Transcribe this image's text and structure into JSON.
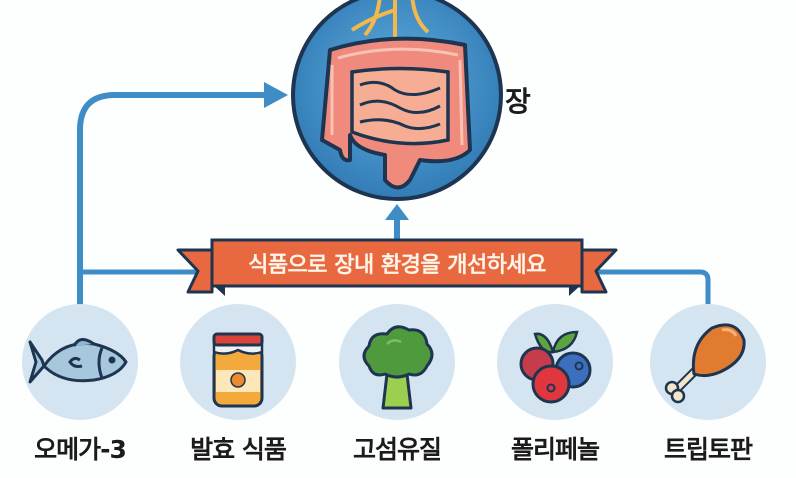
{
  "organ": {
    "label": "장",
    "icon": "intestine-icon"
  },
  "banner": {
    "text": "식품으로 장내 환경을 개선하세요"
  },
  "foods": [
    {
      "label": "오메가-3",
      "icon": "fish-icon"
    },
    {
      "label": "발효 식품",
      "icon": "fermented-jar-icon"
    },
    {
      "label": "고섬유질",
      "icon": "broccoli-icon"
    },
    {
      "label": "폴리페놀",
      "icon": "berries-icon"
    },
    {
      "label": "트립토판",
      "icon": "chicken-drumstick-icon"
    }
  ],
  "colors": {
    "arrow": "#3f8dc6",
    "banner": "#e8683f",
    "banner_border": "#1e3552",
    "node_bg": "#d4e5f1",
    "organ_bg": "#3d86c0"
  }
}
